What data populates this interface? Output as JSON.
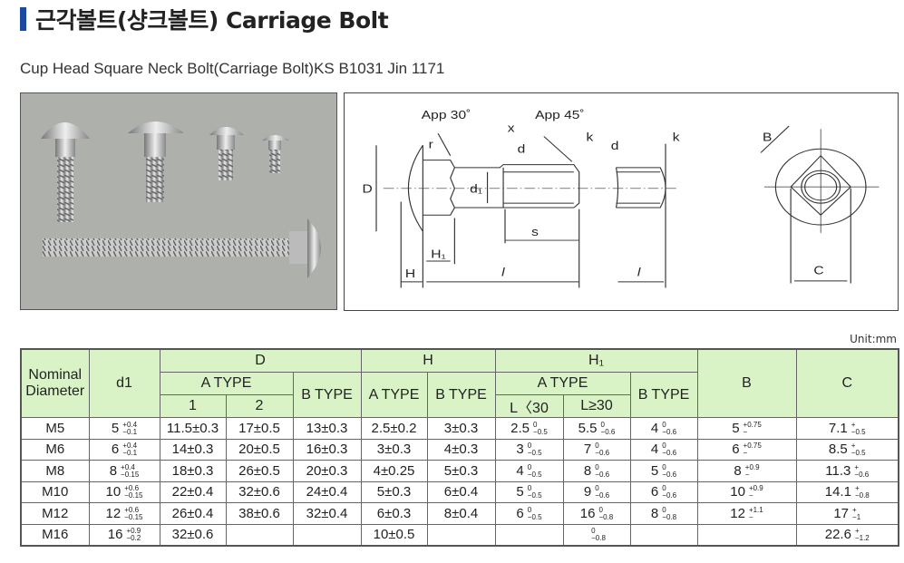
{
  "title": "근각볼트(샹크볼트) Carriage Bolt",
  "subtitle": "Cup Head Square Neck Bolt(Carriage Bolt)KS B1031 Jin 1171",
  "diagram": {
    "app30": "App 30˚",
    "app45": "App 45˚",
    "r": "r",
    "x": "x",
    "d": "d",
    "k": "k",
    "D": "D",
    "d1": "d₁",
    "s": "s",
    "H1": "H₁",
    "H": "H",
    "l": "l",
    "B": "B",
    "C": "C"
  },
  "unit": "Unit:mm",
  "colors": {
    "header_bg": "#d9f3c7",
    "title_bar": "#1b4aa0"
  },
  "table": {
    "headers": {
      "nominal": "Nominal Diameter",
      "d1": "d1",
      "D": "D",
      "D_a": "A  TYPE",
      "D_a1": "1",
      "D_a2": "2",
      "D_b": "B TYPE",
      "H": "H",
      "H_a": "A TYPE",
      "H_b": "B TYPE",
      "H1": "H₁",
      "H1_a": "A  TYPE",
      "H1_a1": "L〈30",
      "H1_a2": "L≥30",
      "H1_b": "B TYPE",
      "B": "B",
      "C": "C"
    },
    "rows": [
      [
        {
          "v": "M5"
        },
        {
          "v": "5",
          "up": "+0.4",
          "lo": "−0.1"
        },
        {
          "v": "11.5±0.3"
        },
        {
          "v": "17±0.5"
        },
        {
          "v": "13±0.3"
        },
        {
          "v": "2.5±0.2"
        },
        {
          "v": "3±0.3"
        },
        {
          "v": "2.5",
          "up": "0",
          "lo": "−0.5"
        },
        {
          "v": "5.5",
          "up": "0",
          "lo": "−0.6"
        },
        {
          "v": "4",
          "up": "0",
          "lo": "−0.6"
        },
        {
          "v": "5",
          "up": "+0.75",
          "lo": "−"
        },
        {
          "v": "7.1",
          "up": "+",
          "lo": "−0.5"
        }
      ],
      [
        {
          "v": "M6"
        },
        {
          "v": "6",
          "up": "+0.4",
          "lo": "−0.1"
        },
        {
          "v": "14±0.3"
        },
        {
          "v": "20±0.5"
        },
        {
          "v": "16±0.3"
        },
        {
          "v": "3±0.3"
        },
        {
          "v": "4±0.3"
        },
        {
          "v": "3",
          "up": "0",
          "lo": "−0.5"
        },
        {
          "v": "7",
          "up": "0",
          "lo": "−0.6"
        },
        {
          "v": "4",
          "up": "0",
          "lo": "−0.6"
        },
        {
          "v": "6",
          "up": "+0.75",
          "lo": "−"
        },
        {
          "v": "8.5",
          "up": "+",
          "lo": "−0.5"
        }
      ],
      [
        {
          "v": "M8"
        },
        {
          "v": "8",
          "up": "+0.4",
          "lo": "−0.15"
        },
        {
          "v": "18±0.3"
        },
        {
          "v": "26±0.5"
        },
        {
          "v": "20±0.3"
        },
        {
          "v": "4±0.25"
        },
        {
          "v": "5±0.3"
        },
        {
          "v": "4",
          "up": "0",
          "lo": "−0.5"
        },
        {
          "v": "8",
          "up": "0",
          "lo": "−0.6"
        },
        {
          "v": "5",
          "up": "0",
          "lo": "−0.6"
        },
        {
          "v": "8",
          "up": "+0.9",
          "lo": "−"
        },
        {
          "v": "11.3",
          "up": "+",
          "lo": "−0.6"
        }
      ],
      [
        {
          "v": "M10"
        },
        {
          "v": "10",
          "up": "+0.6",
          "lo": "−0.15"
        },
        {
          "v": "22±0.4"
        },
        {
          "v": "32±0.6"
        },
        {
          "v": "24±0.4"
        },
        {
          "v": "5±0.3"
        },
        {
          "v": "6±0.4"
        },
        {
          "v": "5",
          "up": "0",
          "lo": "−0.5"
        },
        {
          "v": "9",
          "up": "0",
          "lo": "−0.6"
        },
        {
          "v": "6",
          "up": "0",
          "lo": "−0.6"
        },
        {
          "v": "10",
          "up": "+0.9",
          "lo": "−"
        },
        {
          "v": "14.1",
          "up": "+",
          "lo": "−0.8"
        }
      ],
      [
        {
          "v": "M12"
        },
        {
          "v": "12",
          "up": "+0.6",
          "lo": "−0.15"
        },
        {
          "v": "26±0.4"
        },
        {
          "v": "38±0.6"
        },
        {
          "v": "32±0.4"
        },
        {
          "v": "6±0.3"
        },
        {
          "v": "8±0.4"
        },
        {
          "v": "6",
          "up": "0",
          "lo": "−0.5"
        },
        {
          "v": "16",
          "up": "0",
          "lo": "−0.8"
        },
        {
          "v": "8",
          "up": "0",
          "lo": "−0.8"
        },
        {
          "v": "12",
          "up": "+1.1",
          "lo": "−"
        },
        {
          "v": "17",
          "up": "+",
          "lo": "−1"
        }
      ],
      [
        {
          "v": "M16"
        },
        {
          "v": "16",
          "up": "+0.9",
          "lo": "−0.2"
        },
        {
          "v": "32±0.6"
        },
        {
          "v": ""
        },
        {
          "v": ""
        },
        {
          "v": "10±0.5"
        },
        {
          "v": ""
        },
        {
          "v": ""
        },
        {
          "v": "",
          "up": "0",
          "lo": "−0.8"
        },
        {
          "v": ""
        },
        {
          "v": ""
        },
        {
          "v": "22.6",
          "up": "+",
          "lo": "−1.2"
        }
      ]
    ]
  }
}
